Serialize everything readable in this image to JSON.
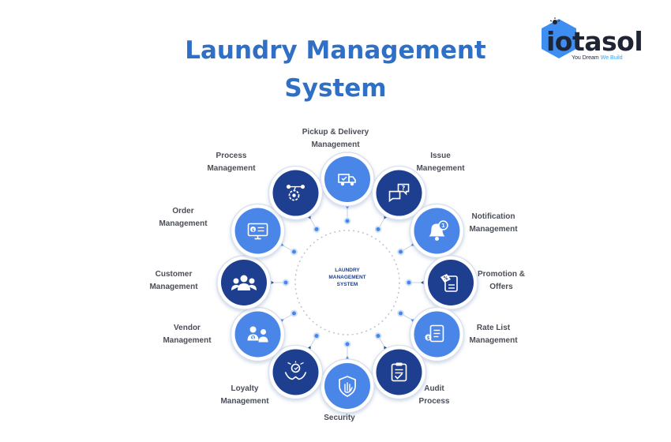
{
  "title": {
    "line1": "Laundry Management",
    "line2": "System"
  },
  "logo": {
    "wordmark": "iotasol",
    "tagline_part1": "You Dream",
    "tagline_part2": "We Build"
  },
  "center": {
    "line1": "LAUNDRY",
    "line2": "MANAGEMENT",
    "line3": "SYSTEM"
  },
  "colors": {
    "accent": "#2f6fc6",
    "node_dark": "#1e3f8f",
    "node_light": "#4a86e8",
    "label_text": "#4a4e59"
  },
  "modules": [
    {
      "icon": "delivery-van-icon",
      "line1": "Pickup & Delivery",
      "line2": "Management",
      "style": "light"
    },
    {
      "icon": "question-chat-icon",
      "line1": "Issue",
      "line2": "Manegement",
      "style": "dark"
    },
    {
      "icon": "bell-icon",
      "line1": "Notification",
      "line2": "Management",
      "style": "light"
    },
    {
      "icon": "discount-tag-icon",
      "line1": "Promotion &",
      "line2": "Offers",
      "style": "dark"
    },
    {
      "icon": "price-list-icon",
      "line1": "Rate List",
      "line2": "Management",
      "style": "light"
    },
    {
      "icon": "audit-clipboard-icon",
      "line1": "Audit",
      "line2": "Process",
      "style": "dark"
    },
    {
      "icon": "shield-hand-icon",
      "line1": "Security",
      "line2": "",
      "style": "light"
    },
    {
      "icon": "loyalty-hands-icon",
      "line1": "Loyalty",
      "line2": "Management",
      "style": "dark"
    },
    {
      "icon": "vendor-people-icon",
      "line1": "Vendor",
      "line2": "Management",
      "style": "light"
    },
    {
      "icon": "customers-group-icon",
      "line1": "Customer",
      "line2": "Management",
      "style": "dark"
    },
    {
      "icon": "order-monitor-icon",
      "line1": "Order",
      "line2": "Management",
      "style": "light"
    },
    {
      "icon": "process-gear-icon",
      "line1": "Process",
      "line2": "Management",
      "style": "dark"
    }
  ]
}
